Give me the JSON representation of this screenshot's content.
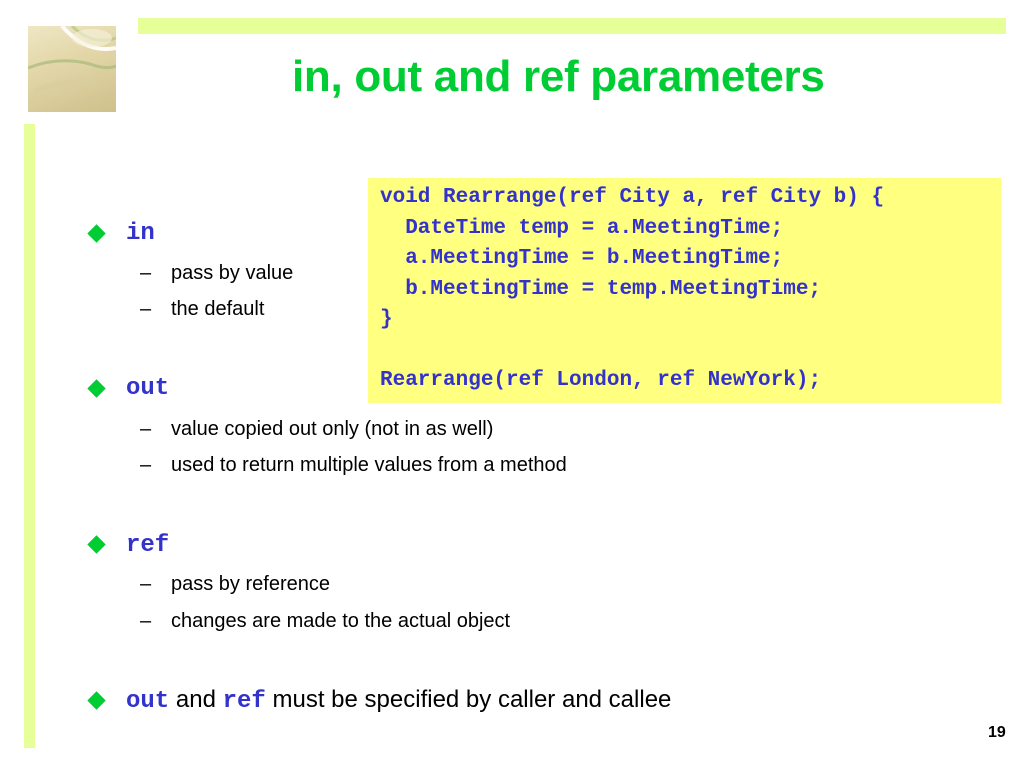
{
  "slide": {
    "title": "in, out and ref parameters",
    "page_number": "19"
  },
  "code": {
    "lines": [
      "void Rearrange(ref City a, ref City b) {",
      "  DateTime temp = a.MeetingTime;",
      "  a.MeetingTime = b.MeetingTime;",
      "  b.MeetingTime = temp.MeetingTime;",
      "}",
      "",
      "Rearrange(ref London, ref NewYork);"
    ]
  },
  "bullets": [
    {
      "keyword": "in",
      "sub": [
        "pass by value",
        "the default"
      ]
    },
    {
      "keyword": "out",
      "sub": [
        "value copied out only (not in as well)",
        "used to return multiple values from a method"
      ]
    },
    {
      "keyword": "ref",
      "sub": [
        "pass by reference",
        "changes are made to the actual object"
      ]
    }
  ],
  "final_bullet": {
    "kw1": "out",
    "and": "and",
    "kw2": "ref",
    "rest": "must be specified by caller and callee"
  },
  "sub_dash": "–",
  "colors": {
    "title": "#00cc33",
    "keyword": "#3333cc",
    "code_background": "#ffff80",
    "accent_bar": "#e6ff99",
    "bullet": "#00cc33"
  }
}
